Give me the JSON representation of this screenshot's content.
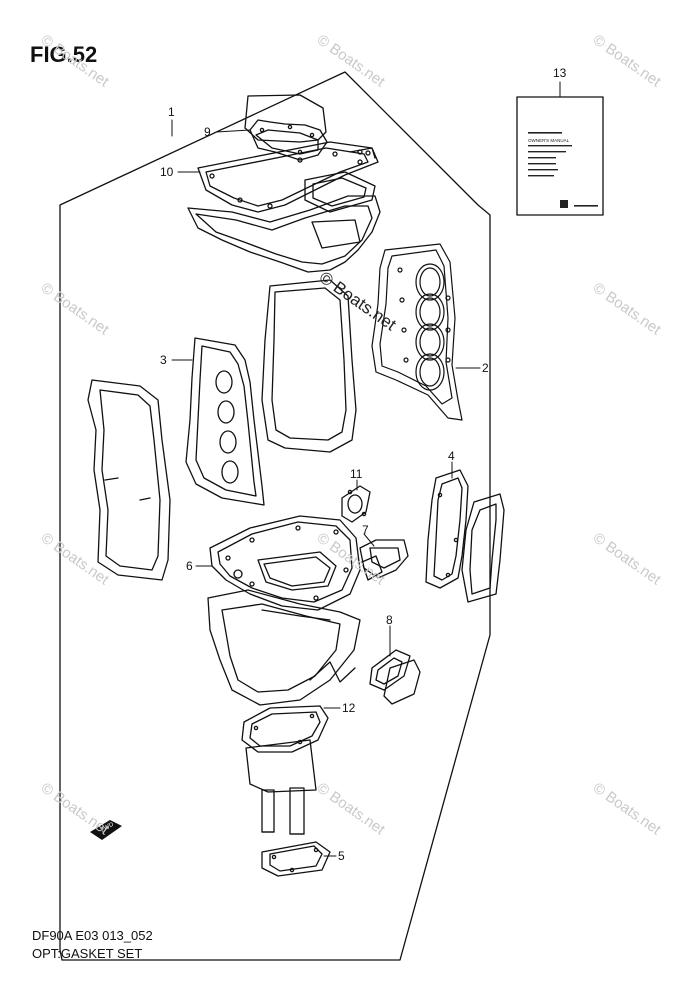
{
  "figure": {
    "title": "FIG.52",
    "code": "DF90A E03 013_052",
    "name": "OPT:GASKET SET"
  },
  "callouts": [
    "1",
    "2",
    "3",
    "4",
    "5",
    "6",
    "7",
    "8",
    "9",
    "10",
    "11",
    "12",
    "13"
  ],
  "manual": {
    "heading": "OWNER'S MANUAL"
  },
  "watermark": {
    "text": "© Boats.net"
  },
  "fwd": {
    "label": "FWD"
  }
}
